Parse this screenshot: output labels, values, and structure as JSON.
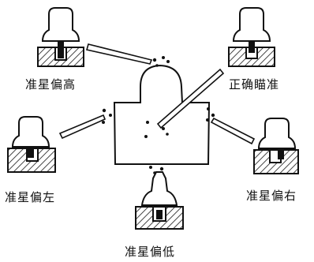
{
  "labels": {
    "top_left": "准星偏高",
    "top_right": "正确瞄准",
    "left": "准星偏左",
    "right": "准星偏右",
    "bottom": "准星偏低"
  },
  "colors": {
    "ink": "#111111",
    "background": "#ffffff"
  }
}
